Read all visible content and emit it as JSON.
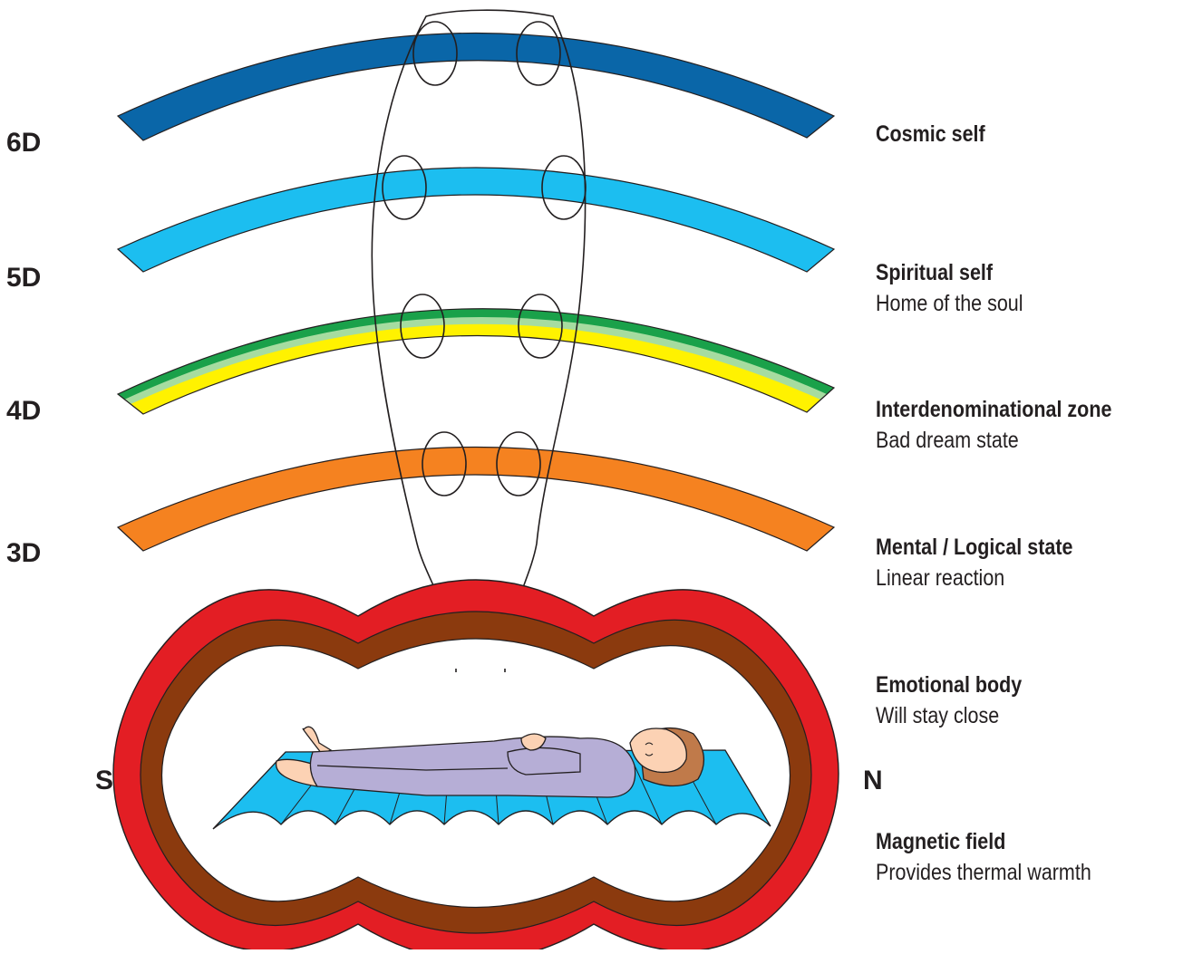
{
  "dimensions": [
    {
      "label": "6D"
    },
    {
      "label": "5D"
    },
    {
      "label": "4D"
    },
    {
      "label": "3D"
    }
  ],
  "poles": {
    "south": "S",
    "north": "N"
  },
  "descriptions": [
    {
      "title": "Cosmic self",
      "subtitle": ""
    },
    {
      "title": "Spiritual self",
      "subtitle": "Home of the soul"
    },
    {
      "title": "Interdenominational zone",
      "subtitle": "Bad dream state"
    },
    {
      "title": "Mental / Logical state",
      "subtitle": "Linear reaction"
    },
    {
      "title": "Emotional body",
      "subtitle": "Will stay close"
    },
    {
      "title": "Magnetic field",
      "subtitle": "Provides thermal warmth"
    }
  ],
  "colors": {
    "band_6d": "#0a66a8",
    "band_5d": "#1cbef0",
    "band_4d_top": "#1aa14a",
    "band_4d_mid": "#a6dca0",
    "band_4d_bottom": "#fff200",
    "band_3d": "#f58220",
    "field_outer": "#e31e24",
    "field_inner": "#8b3a0e",
    "mat": "#1cbef0",
    "clothing": "#b6aed6",
    "skin": "#fcd2b4",
    "hair": "#c07a4a"
  }
}
